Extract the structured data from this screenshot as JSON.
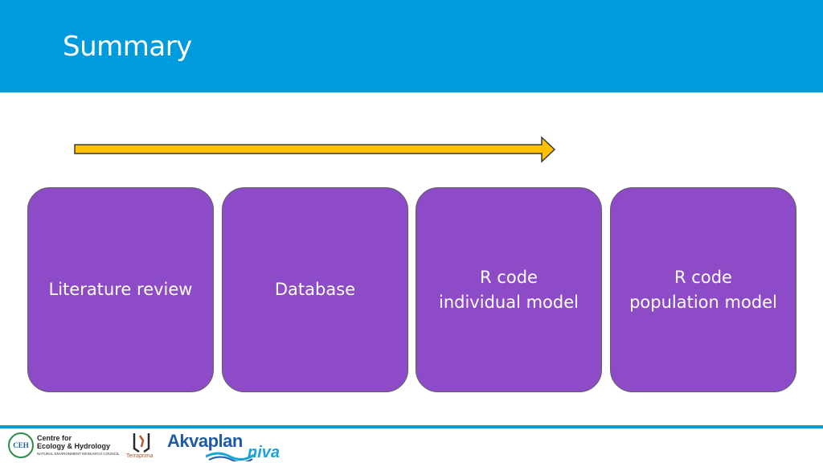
{
  "slide": {
    "title": "Summary"
  },
  "steps": [
    {
      "lines": [
        "Literature review"
      ]
    },
    {
      "lines": [
        "Database"
      ]
    },
    {
      "lines": [
        "R code",
        "individual model"
      ]
    },
    {
      "lines": [
        "R code",
        "population model"
      ]
    }
  ],
  "logos": {
    "ceh_abbrev": "CEH",
    "ceh_line1": "Centre for",
    "ceh_line2": "Ecology & Hydrology",
    "ceh_sub": "NATURAL ENVIRONMENT RESEARCH COUNCIL",
    "terraprima": "Terraprima",
    "akvaplan": "Akvaplan",
    "niva": "niva"
  },
  "colors": {
    "header": "#009bdc",
    "box_fill": "#8e4bc8",
    "arrow_fill": "#ffc000",
    "arrow_stroke": "#3a3a3a"
  }
}
